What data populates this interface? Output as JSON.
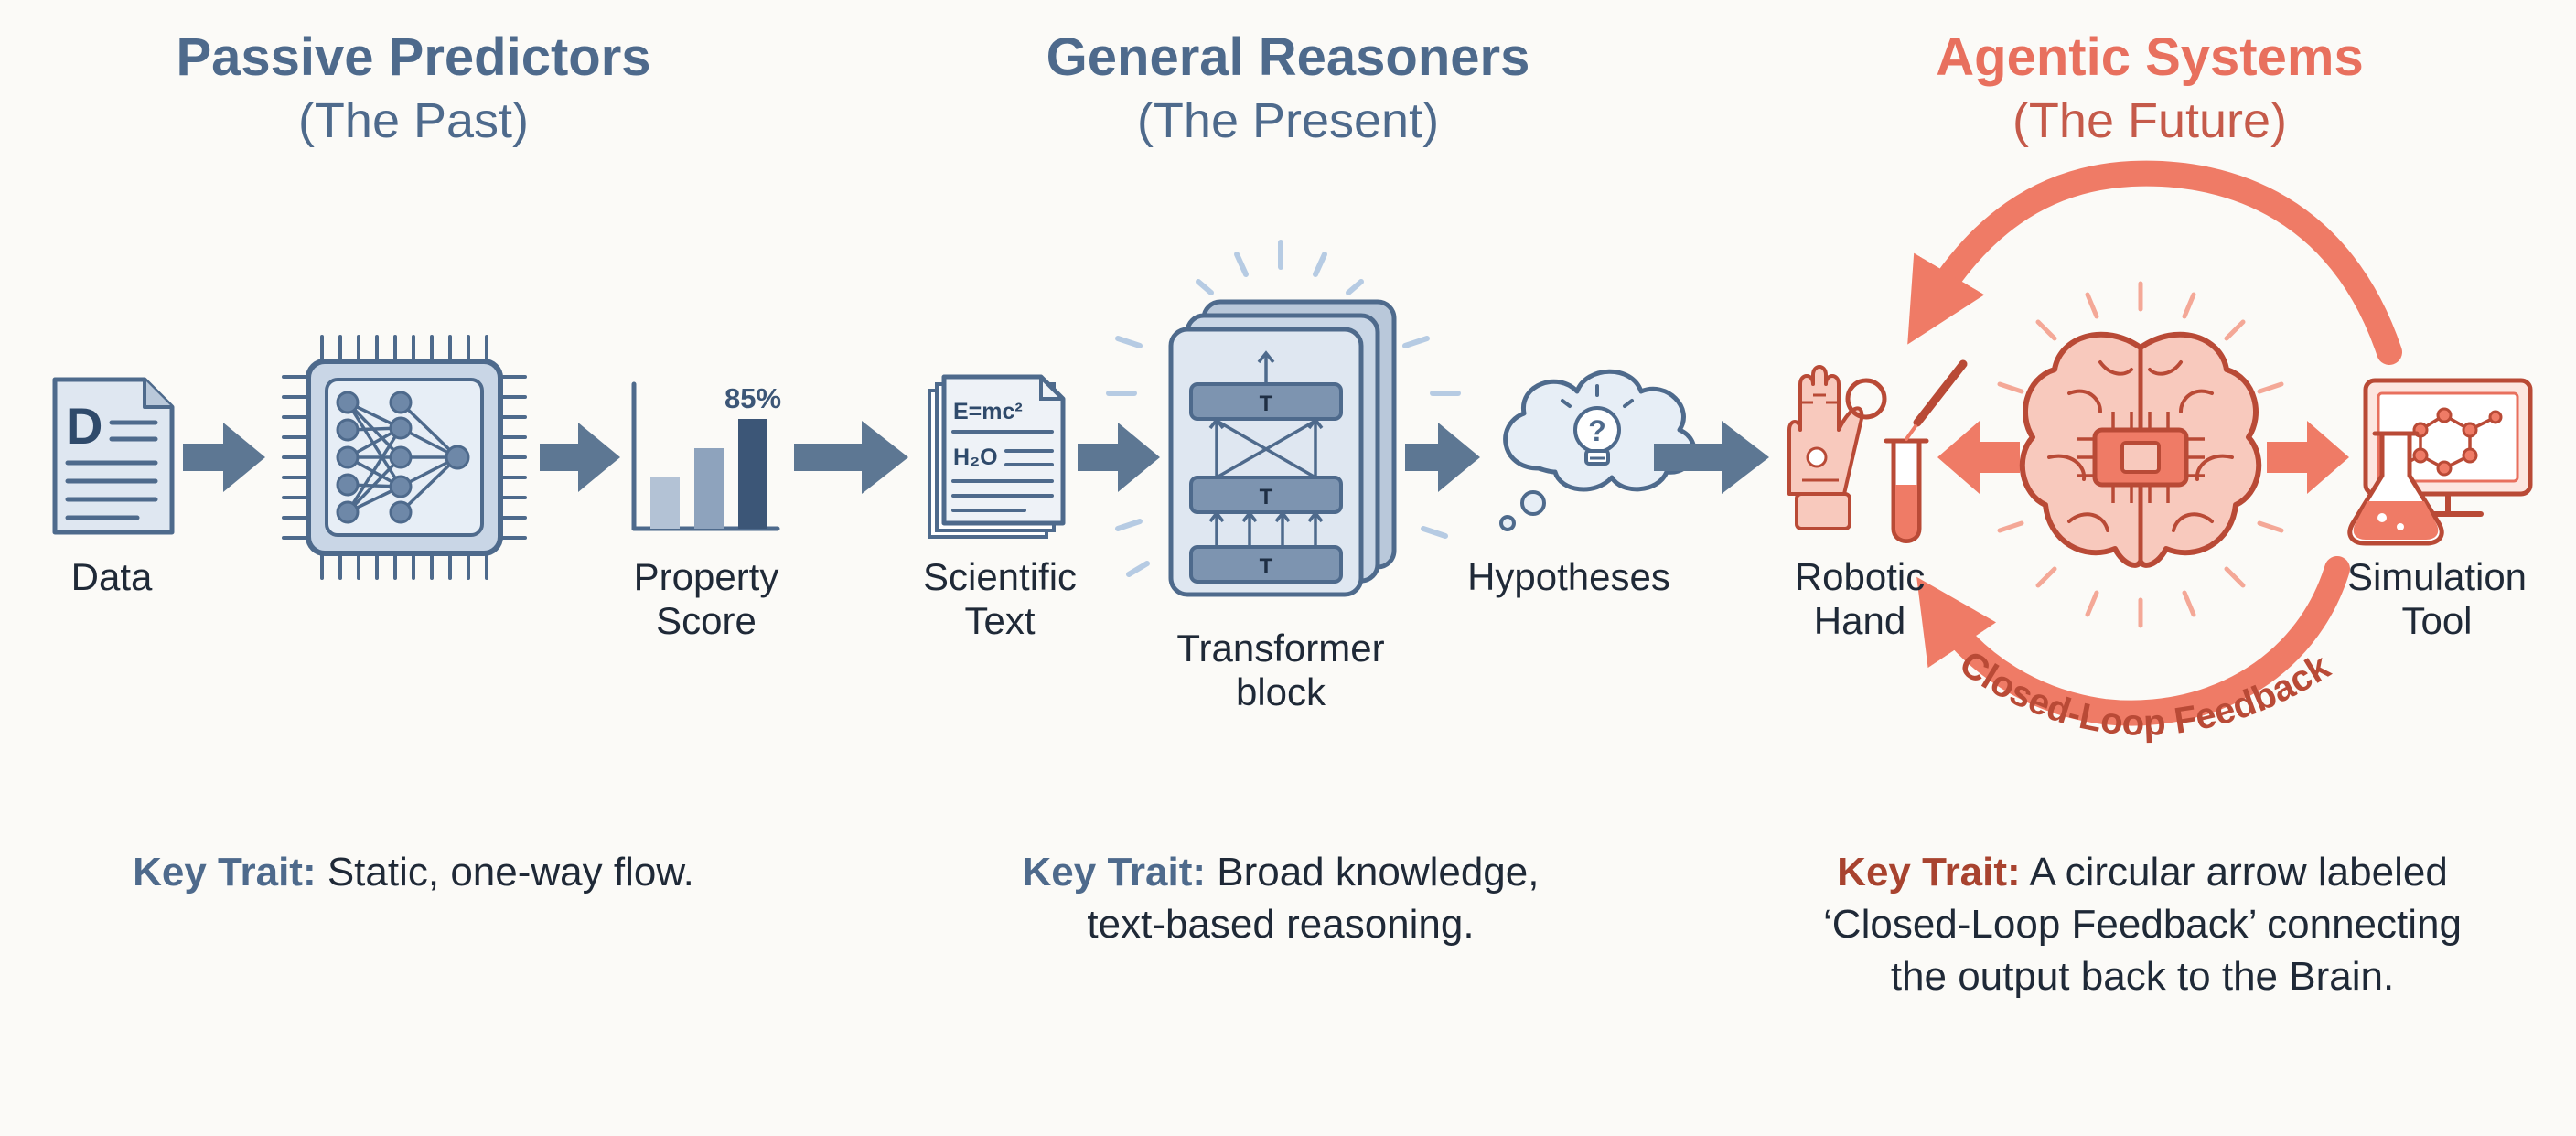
{
  "stages": [
    {
      "title": "Passive Predictors",
      "subtitle": "(The Past)"
    },
    {
      "title": "General Reasoners",
      "subtitle": "(The Present)"
    },
    {
      "title": "Agentic Systems",
      "subtitle": "(The Future)"
    }
  ],
  "labels": {
    "data": "Data",
    "property_score_1": "Property",
    "property_score_2": "Score",
    "bar_value": "85%",
    "scientific_text_1": "Scientific",
    "scientific_text_2": "Text",
    "formula_1": "E=mc²",
    "formula_2": "H₂O",
    "transformer_1": "Transformer",
    "transformer_2": "block",
    "transformer_layer": "T",
    "hypotheses": "Hypotheses",
    "robotic_hand_1": "Robotic",
    "robotic_hand_2": "Hand",
    "simulation_tool_1": "Simulation",
    "simulation_tool_2": "Tool",
    "closed_loop": "Closed-Loop Feedback",
    "data_doc_letter": "D"
  },
  "traits": [
    {
      "key": "Key Trait:",
      "lines": [
        " Static, one-way flow."
      ]
    },
    {
      "key": "Key Trait:",
      "lines": [
        " Broad knowledge,",
        "text-based reasoning."
      ]
    },
    {
      "key": "Key Trait:",
      "lines": [
        " A circular arrow labeled",
        "‘Closed-Loop Feedback’ connecting",
        "the output back to the Brain."
      ]
    }
  ],
  "colors": {
    "blue": "#4e6a8c",
    "blue_fill": "#dfe7f1",
    "blue_arrow": "#5d7793",
    "coral": "#ef7b66",
    "coral_dark": "#b94a36",
    "coral_fill": "#f8c9bd",
    "background": "#fbfaf7"
  },
  "icons": [
    "document-icon",
    "neural-chip-icon",
    "bar-chart-icon",
    "scientific-papers-icon",
    "transformer-stack-icon",
    "thought-bubble-icon",
    "robotic-hand-icon",
    "test-tube-icon",
    "pipette-icon",
    "brain-chip-icon",
    "flask-icon",
    "monitor-molecule-icon"
  ]
}
